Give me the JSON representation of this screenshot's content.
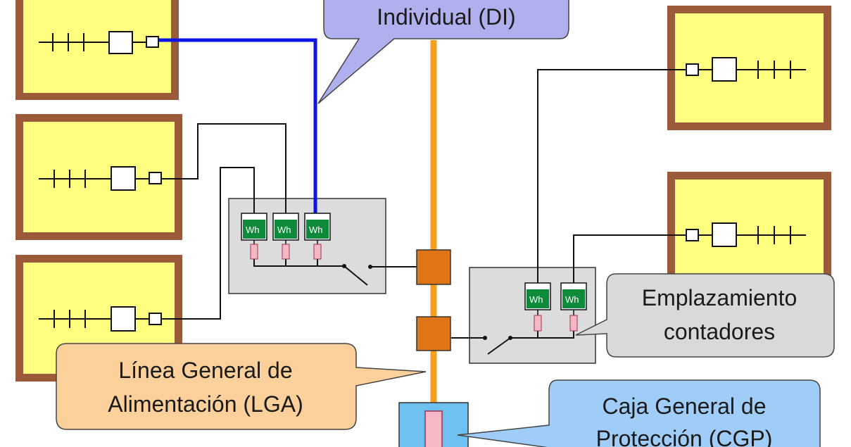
{
  "callouts": {
    "di": {
      "line1": "Individual (DI)"
    },
    "emplazamiento": {
      "line1": "Emplazamiento",
      "line2": "contadores"
    },
    "lga": {
      "line1": "Línea General de",
      "line2": "Alimentación (LGA)"
    },
    "cgp": {
      "line1": "Caja General de",
      "line2": "Protección (CGP)"
    }
  },
  "meter_label": "Wh",
  "colors": {
    "dwelling_fill": "#ffff80",
    "dwelling_border": "#9b5b3b",
    "derivacion_individual": "#0a14e6",
    "lga_line": "#f5a020",
    "junction_box": "#e07518",
    "meter_body": "#0d8a3a",
    "fuse": "#f4b8c4",
    "meter_panel": "#dcdcdc",
    "cgp_box": "#6ec0f0",
    "callout_di": "#b0b0ee",
    "callout_emplazamiento": "#d9d9d9",
    "callout_lga": "#fbd09a",
    "callout_cgp": "#9fcdf7"
  }
}
